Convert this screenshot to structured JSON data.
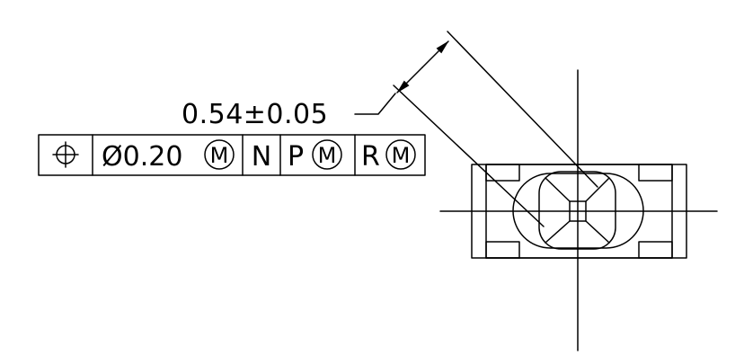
{
  "dimension": {
    "text": "0.54±0.05"
  },
  "feature_control_frame": {
    "symbol": "position-icon",
    "tolerance": "Ø0.20",
    "tolerance_modifier": "M",
    "datum_primary": "N",
    "datum_secondary": "P",
    "datum_secondary_modifier": "M",
    "datum_tertiary": "R",
    "datum_tertiary_modifier": "M"
  }
}
